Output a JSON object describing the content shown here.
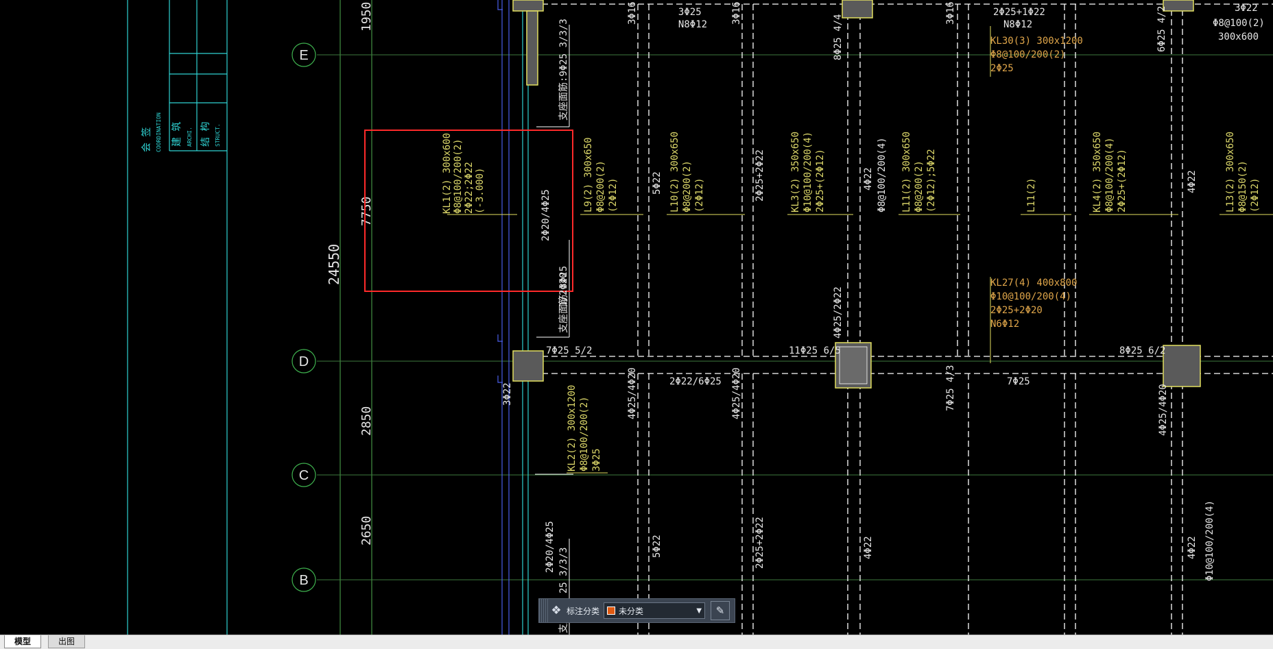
{
  "grid_axes": [
    "E",
    "D",
    "C",
    "B"
  ],
  "dimensions": {
    "top": "1950",
    "ed": "7750",
    "total": "24550",
    "dc": "2850",
    "cb": "2650"
  },
  "title_block": {
    "coordination_cn": "会 签",
    "coordination_en": "COORDINATION",
    "archi_cn": "建 筑",
    "archi_en": "ARCHI.",
    "struct_cn": "结 构",
    "struct_en": "STRUCT."
  },
  "beam_labels": {
    "kl1": [
      "KL1(2) 300x600",
      "Φ8@100/200(2)",
      "2Φ22;2Φ22",
      "(-3.000)"
    ],
    "l9": [
      "L9(2) 300x650",
      "Φ8@200(2)",
      "(2Φ12)"
    ],
    "l10": [
      "L10(2) 300x650",
      "Φ8@200(2)",
      "(2Φ12)"
    ],
    "kl3": [
      "KL3(2) 350x650",
      "Φ10@100/200(4)",
      "2Φ25+(2Φ12)"
    ],
    "l11a": [
      "L11(2) 300x650",
      "Φ8@200(2)",
      "(2Φ12);5Φ22"
    ],
    "l11b": [
      "L11(2)"
    ],
    "kl4": [
      "KL4(2) 350x650",
      "Φ8@100/200(4)",
      "2Φ25+(2Φ12)"
    ],
    "l13": [
      "L13(2) 300x650",
      "Φ8@150(2)",
      "(2Φ12)"
    ],
    "kl2": [
      "KL2(2) 300x1200",
      "Φ8@100/200(2)",
      "3Φ25"
    ],
    "kl30": [
      "KL30(3) 300x1200",
      "Φ8@100/200(2)",
      "2Φ25"
    ],
    "kl27": [
      "KL27(4) 400x800",
      "Φ10@100/200(4)",
      "2Φ25+2Φ20",
      "N6Φ12"
    ],
    "top_mid": [
      "3Φ25",
      "N8Φ12"
    ],
    "top_right": [
      "2Φ25+1Φ22",
      "N8Φ12"
    ],
    "top_far_right": [
      "3Φ22",
      "Φ8@100(2)",
      "300x600"
    ]
  },
  "rebar_labels": {
    "r1": "3Φ16",
    "r2": "3Φ16",
    "r3": "3Φ16",
    "r4": "8Φ25 4/4",
    "r5": "6Φ25 4/2",
    "r6": "2Φ20/4Φ25",
    "r7": "支座面筋:9Φ25 3/3/3",
    "r8": "1/2Φ20",
    "r9": "支座面筋:3Φ25",
    "r10": "5Φ22",
    "r11": "2Φ25+2Φ22",
    "r12": "4Φ22",
    "r13": "Φ8@100/200(4)",
    "r14": "4Φ22",
    "r15": "7Φ25 5/2",
    "r16": "11Φ25 6/5",
    "r17": "8Φ25 6/2",
    "r18": "4Φ25/2Φ22",
    "r19": "3Φ22",
    "r20": "4Φ25/4Φ20",
    "r21": "2Φ22/6Φ25",
    "r22": "4Φ25/4Φ20",
    "r23": "7Φ25 4/3",
    "r24": "7Φ25",
    "r25": "4Φ25/4Φ20",
    "r26": "2Φ20/4Φ25",
    "r27": "25 3/3/3",
    "r28": "5Φ22",
    "r29": "2Φ25+2Φ22",
    "r30": "4Φ22",
    "r31": "4Φ22",
    "r32": "Φ10@100/200(4)",
    "r33": "支座"
  },
  "annotation_toolbar": {
    "label": "标注分类",
    "selected": "未分类",
    "selected_color": "#e05a12",
    "grip_icon": "grid-icon",
    "edit_icon": "edit-icon"
  },
  "layout_tabs": {
    "active": "模型",
    "inactive": "出图"
  },
  "colors": {
    "background": "#000000",
    "grid_line": "#3e7a3e",
    "beam_line": "#ffffff",
    "cyan": "#2fd3d3",
    "yellow_text": "#ddd86a",
    "orange_text": "#e0a64a",
    "selection_box": "#ff2a2a"
  }
}
